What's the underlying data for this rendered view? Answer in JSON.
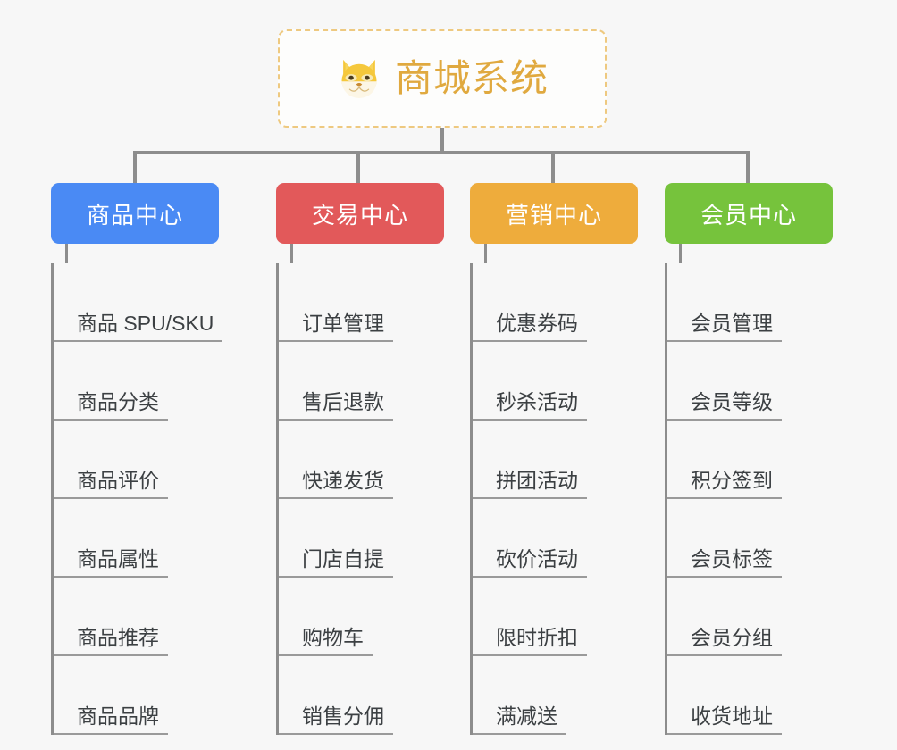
{
  "page": {
    "background_color": "#f7f7f7",
    "title": "商城系统"
  },
  "root": {
    "label": "商城系统",
    "icon": "shiba-dog-face-icon",
    "text_color": "#e0a93f",
    "border_color": "#eec980",
    "border_style": "dashed"
  },
  "connector_color": "#8d8d8d",
  "columns": [
    {
      "id": "product-center",
      "label": "商品中心",
      "color": "#4a8af4",
      "items": [
        "商品 SPU/SKU",
        "商品分类",
        "商品评价",
        "商品属性",
        "商品推荐",
        "商品品牌"
      ]
    },
    {
      "id": "trade-center",
      "label": "交易中心",
      "color": "#e2595a",
      "items": [
        "订单管理",
        "售后退款",
        "快递发货",
        "门店自提",
        "购物车",
        "销售分佣"
      ]
    },
    {
      "id": "marketing-center",
      "label": "营销中心",
      "color": "#eeac3c",
      "items": [
        "优惠券码",
        "秒杀活动",
        "拼团活动",
        "砍价活动",
        "限时折扣",
        "满减送"
      ]
    },
    {
      "id": "member-center",
      "label": "会员中心",
      "color": "#76c33c",
      "items": [
        "会员管理",
        "会员等级",
        "积分签到",
        "会员标签",
        "会员分组",
        "收货地址"
      ]
    }
  ]
}
